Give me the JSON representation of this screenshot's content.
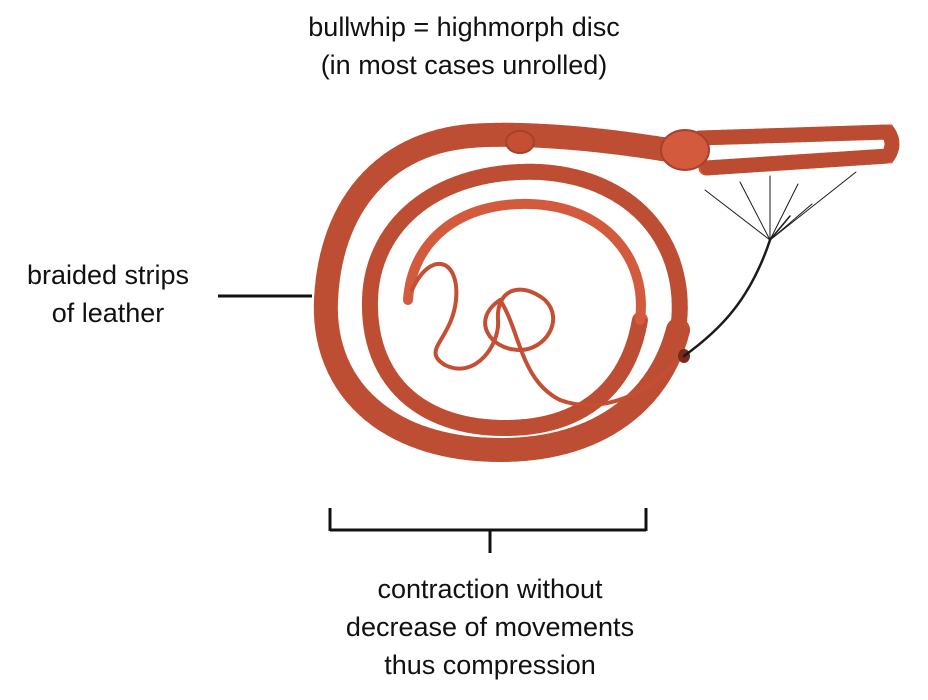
{
  "title": {
    "line1": "bullwhip = highmorph disc",
    "line2": "(in most cases unrolled)"
  },
  "side_label": {
    "line1": "braided strips",
    "line2": "of leather"
  },
  "bottom_label": {
    "line1": "contraction without",
    "line2": "decrease of movements",
    "line3": "thus compression"
  },
  "colors": {
    "whip": "#d35a3c",
    "whip_dark": "#a8412a",
    "whip_light": "#e87c5c",
    "lash": "#1a1a1a",
    "line": "#111111"
  }
}
